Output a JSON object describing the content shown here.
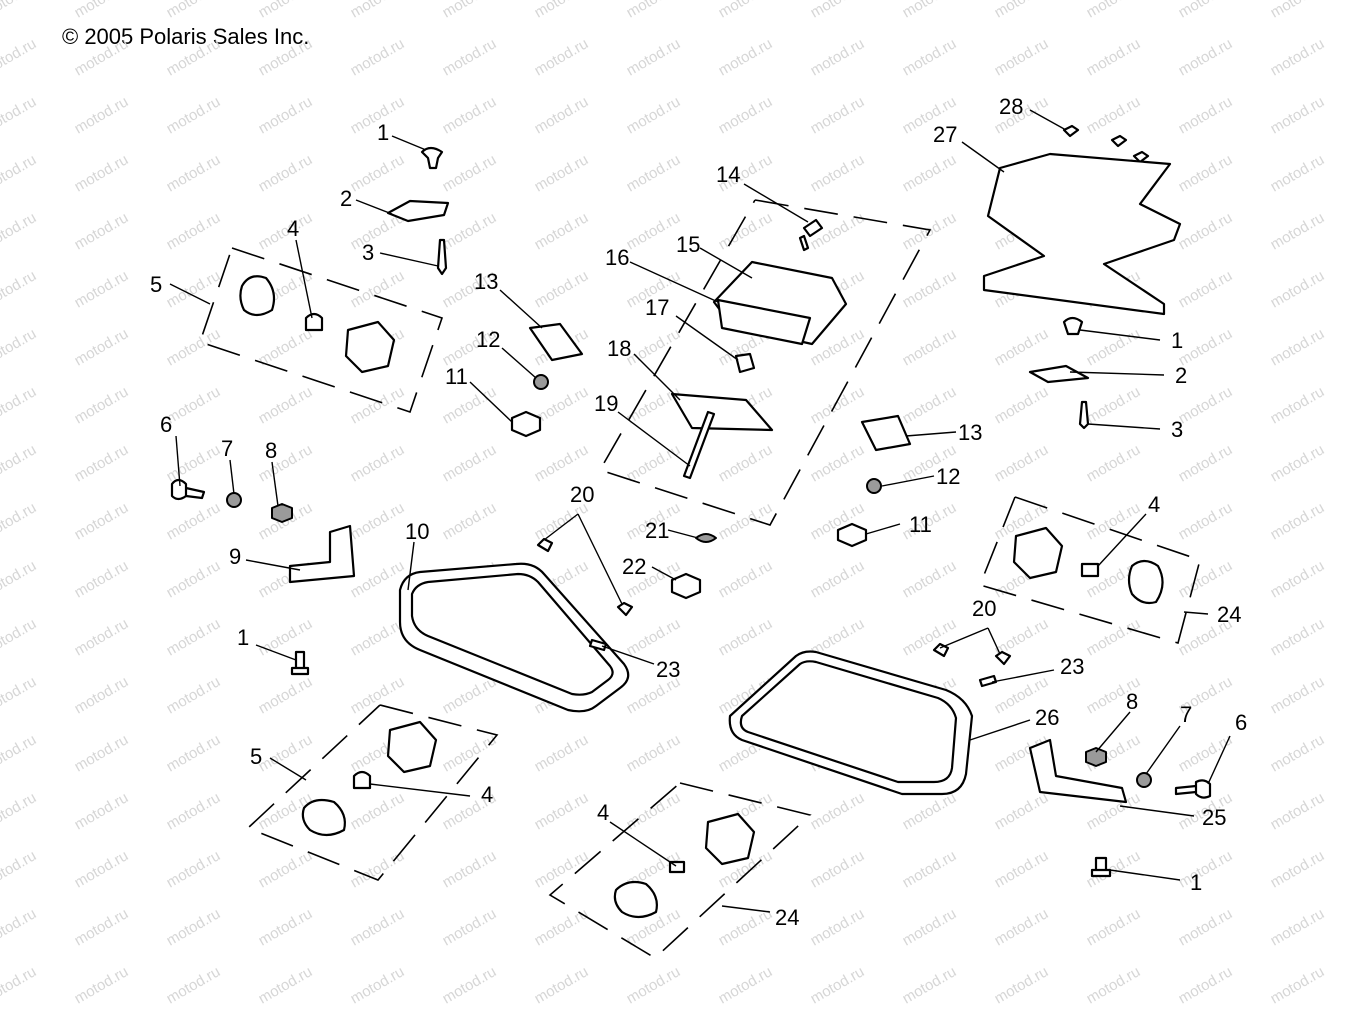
{
  "copyright": "© 2005 Polaris Sales Inc.",
  "watermark_text": "motod.ru",
  "callouts": [
    "1",
    "2",
    "3",
    "4",
    "5",
    "6",
    "7",
    "8",
    "9",
    "10",
    "11",
    "12",
    "13",
    "14",
    "15",
    "16",
    "17",
    "18",
    "19",
    "20",
    "21",
    "22",
    "23",
    "24",
    "25",
    "26",
    "27",
    "28"
  ],
  "colors": {
    "line": "#000000",
    "watermark": "#d6d6d6",
    "background": "#ffffff",
    "part_shade": "#9a9a9a"
  }
}
